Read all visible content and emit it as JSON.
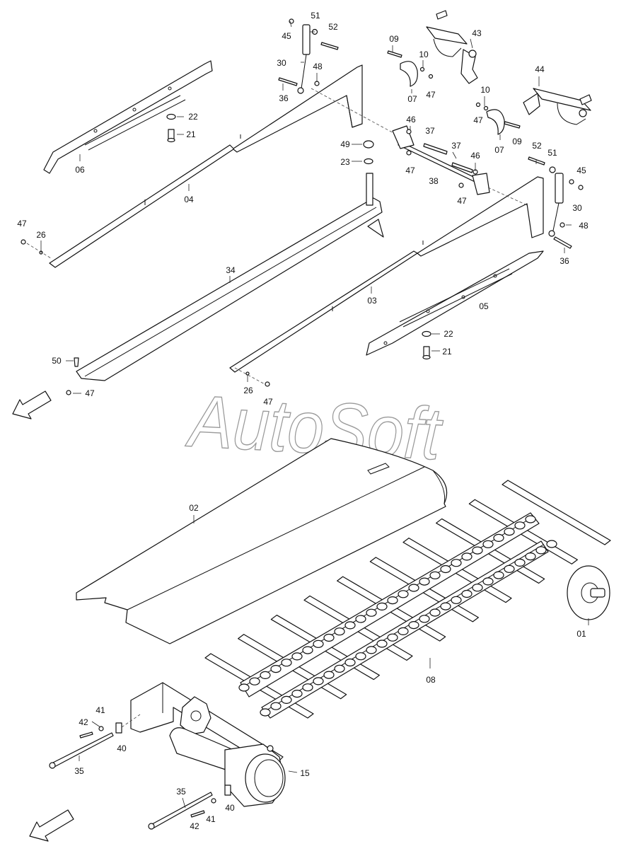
{
  "watermark": "AutoSoft",
  "callouts": [
    {
      "id": "c45a",
      "text": "45"
    },
    {
      "id": "c51a",
      "text": "51"
    },
    {
      "id": "c52a",
      "text": "52"
    },
    {
      "id": "c30a",
      "text": "30"
    },
    {
      "id": "c48a",
      "text": "48"
    },
    {
      "id": "c36a",
      "text": "36"
    },
    {
      "id": "c22a",
      "text": "22"
    },
    {
      "id": "c21a",
      "text": "21"
    },
    {
      "id": "c06",
      "text": "06"
    },
    {
      "id": "c04",
      "text": "04"
    },
    {
      "id": "c47a",
      "text": "47"
    },
    {
      "id": "c26a",
      "text": "26"
    },
    {
      "id": "c34",
      "text": "34"
    },
    {
      "id": "c50",
      "text": "50"
    },
    {
      "id": "c47b",
      "text": "47"
    },
    {
      "id": "c09a",
      "text": "09"
    },
    {
      "id": "c10a",
      "text": "10"
    },
    {
      "id": "c07a",
      "text": "07"
    },
    {
      "id": "c47c",
      "text": "47"
    },
    {
      "id": "c43",
      "text": "43"
    },
    {
      "id": "c44",
      "text": "44"
    },
    {
      "id": "c10b",
      "text": "10"
    },
    {
      "id": "c47d",
      "text": "47"
    },
    {
      "id": "c07b",
      "text": "07"
    },
    {
      "id": "c09b",
      "text": "09"
    },
    {
      "id": "c46a",
      "text": "46"
    },
    {
      "id": "c37a",
      "text": "37"
    },
    {
      "id": "c49",
      "text": "49"
    },
    {
      "id": "c23",
      "text": "23"
    },
    {
      "id": "c47e",
      "text": "47"
    },
    {
      "id": "c38",
      "text": "38"
    },
    {
      "id": "c37b",
      "text": "37"
    },
    {
      "id": "c46b",
      "text": "46"
    },
    {
      "id": "c47f",
      "text": "47"
    },
    {
      "id": "c52b",
      "text": "52"
    },
    {
      "id": "c51b",
      "text": "51"
    },
    {
      "id": "c45b",
      "text": "45"
    },
    {
      "id": "c30b",
      "text": "30"
    },
    {
      "id": "c48b",
      "text": "48"
    },
    {
      "id": "c36b",
      "text": "36"
    },
    {
      "id": "c03",
      "text": "03"
    },
    {
      "id": "c05",
      "text": "05"
    },
    {
      "id": "c22b",
      "text": "22"
    },
    {
      "id": "c21b",
      "text": "21"
    },
    {
      "id": "c26b",
      "text": "26"
    },
    {
      "id": "c47g",
      "text": "47"
    },
    {
      "id": "c02",
      "text": "02"
    },
    {
      "id": "c01",
      "text": "01"
    },
    {
      "id": "c08",
      "text": "08"
    },
    {
      "id": "c41a",
      "text": "41"
    },
    {
      "id": "c42a",
      "text": "42"
    },
    {
      "id": "c40a",
      "text": "40"
    },
    {
      "id": "c35a",
      "text": "35"
    },
    {
      "id": "c15",
      "text": "15"
    },
    {
      "id": "c35b",
      "text": "35"
    },
    {
      "id": "c40b",
      "text": "40"
    },
    {
      "id": "c41b",
      "text": "41"
    },
    {
      "id": "c42b",
      "text": "42"
    }
  ]
}
